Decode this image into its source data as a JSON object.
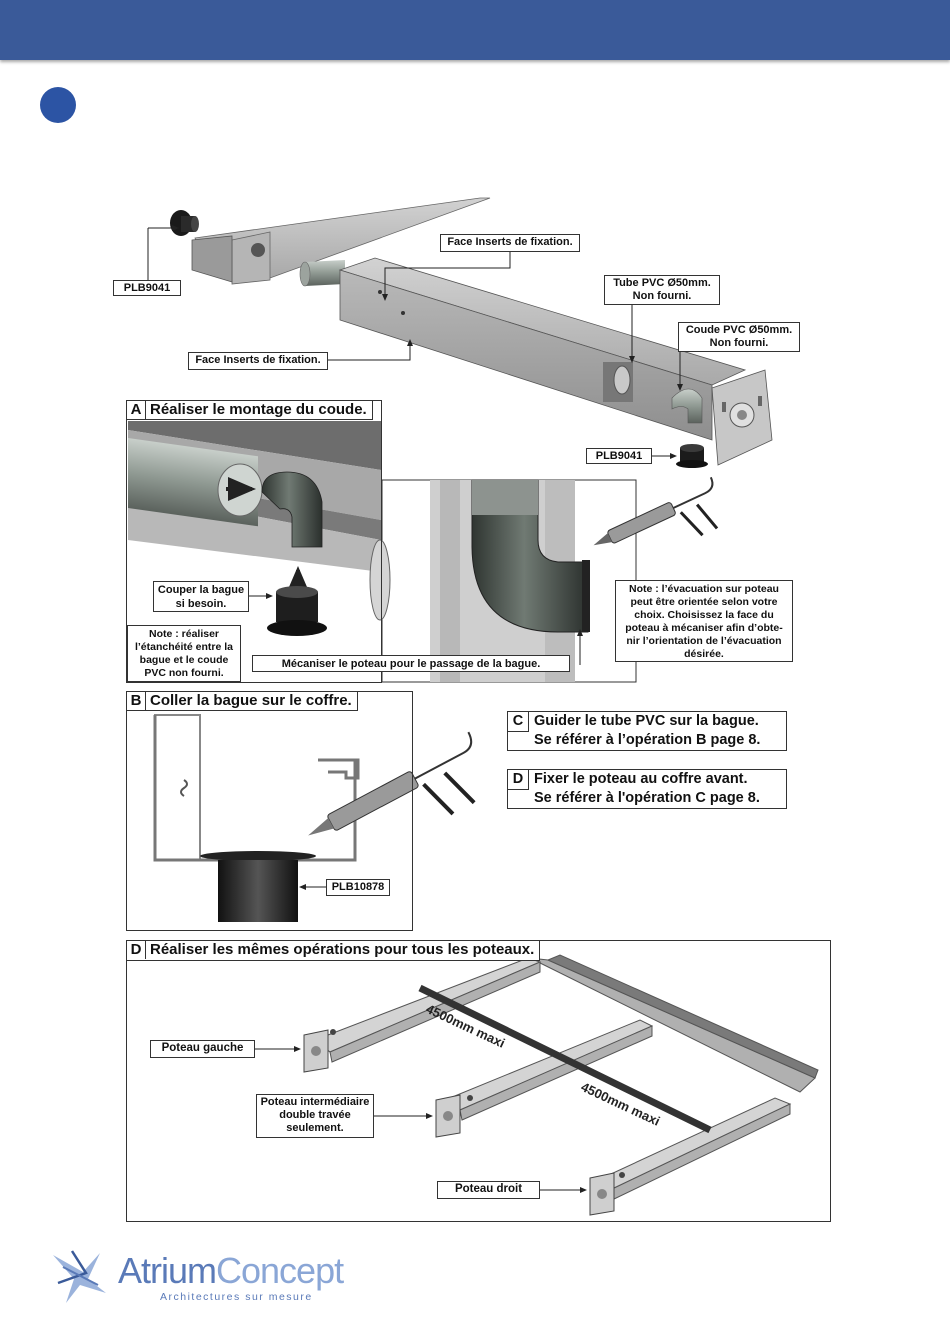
{
  "header": {
    "bar_color": "#3a5a99"
  },
  "step_marker": {
    "color": "#2c54a4",
    "icon": "filled-circle"
  },
  "overview": {
    "labels": {
      "plb9041_left": "PLB9041",
      "face_inserts_top": "Face Inserts de fixation.",
      "tube_pvc": "Tube PVC Ø50mm.\nNon fourni.",
      "coude_pvc": "Coude PVC Ø50mm.\nNon fourni.",
      "face_inserts_bottom": "Face Inserts de fixation.",
      "plb9041_right": "PLB9041"
    }
  },
  "section_a": {
    "letter": "A",
    "title": "Réaliser le montage du coude.",
    "cut_note": "Couper la bague\nsi besoin.",
    "seal_note": "Note : réaliser\nl’étanchéité entre la\nbague et le coude\nPVC non fourni.",
    "machine_note": "Mécaniser le poteau pour le passage de la bague.",
    "orient_note": "Note : l’évacuation sur poteau\npeut être orientée selon votre\nchoix. Choisissez la face du\npoteau à mécaniser afin d’obte-\nnir l’orientation de l’évacuation\ndésirée."
  },
  "section_b": {
    "letter": "B",
    "title": "Coller la bague sur le coffre.",
    "part_label": "PLB10878"
  },
  "section_c": {
    "letter": "C",
    "line1": "Guider le tube PVC sur la bague.",
    "line2": "Se référer à l’opération B page 8."
  },
  "section_d_ref": {
    "letter": "D",
    "line1": "Fixer le poteau au coffre avant.",
    "line2": "Se référer à l'opération C page 8."
  },
  "section_d": {
    "letter": "D",
    "title": "Réaliser les mêmes opérations pour tous les poteaux.",
    "labels": {
      "left_post": "Poteau gauche",
      "middle_post": "Poteau intermédiaire\ndouble travée\nseulement.",
      "right_post": "Poteau droit"
    },
    "dimension_1": "4500mm maxi",
    "dimension_2": "4500mm maxi"
  },
  "logo": {
    "name_part1": "Atrium",
    "name_part2": "Concept",
    "tagline": "Architectures sur mesure",
    "icon": "star-logo-icon"
  }
}
